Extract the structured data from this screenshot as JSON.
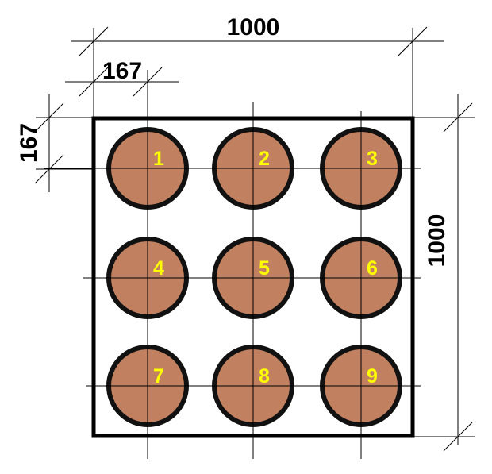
{
  "dimensions": {
    "top_width": "1000",
    "top_offset": "167",
    "left_offset": "167",
    "right_height": "1000"
  },
  "piles": [
    {
      "label": "1"
    },
    {
      "label": "2"
    },
    {
      "label": "3"
    },
    {
      "label": "4"
    },
    {
      "label": "5"
    },
    {
      "label": "6"
    },
    {
      "label": "7"
    },
    {
      "label": "8"
    },
    {
      "label": "9"
    }
  ],
  "colors": {
    "pile_fill": "#C1805F",
    "pile_stroke": "#111111",
    "label": "#FFFF00",
    "line": "#000000"
  }
}
